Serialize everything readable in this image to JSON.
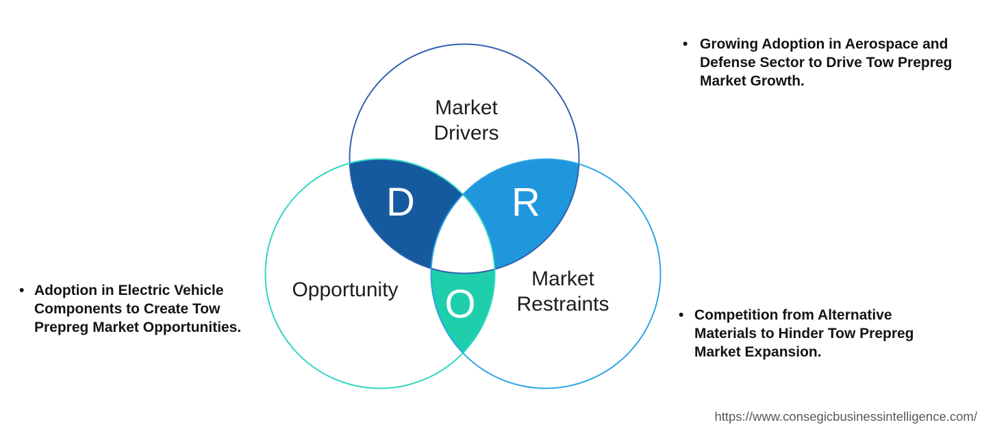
{
  "venn": {
    "drivers": {
      "label_lines": [
        "Market",
        "Drivers"
      ],
      "letter": "D",
      "fill": "#155A9E",
      "stroke": "#2E62AC"
    },
    "opportunity": {
      "label": "Opportunity",
      "letter": "O",
      "fill": "#1FCFAC",
      "stroke": "#2FD6C0"
    },
    "restraints": {
      "label_lines": [
        "Market",
        "Restraints"
      ],
      "letter": "R",
      "fill": "#2096DD",
      "stroke": "#2DA4E4"
    }
  },
  "bullet_marker": "•",
  "bullets": {
    "drivers": {
      "lines": [
        "Growing Adoption in Aerospace and",
        "Defense Sector to Drive Tow Prepreg",
        "Market Growth."
      ]
    },
    "opportunity": {
      "lines": [
        "Adoption in Electric Vehicle",
        "Components to Create Tow",
        "Prepreg Market Opportunities."
      ]
    },
    "restraints": {
      "lines": [
        "Competition from Alternative",
        "Materials to Hinder Tow Prepreg",
        "Market Expansion."
      ]
    }
  },
  "footer": {
    "url": "https://www.consegicbusinessintelligence.com/"
  }
}
